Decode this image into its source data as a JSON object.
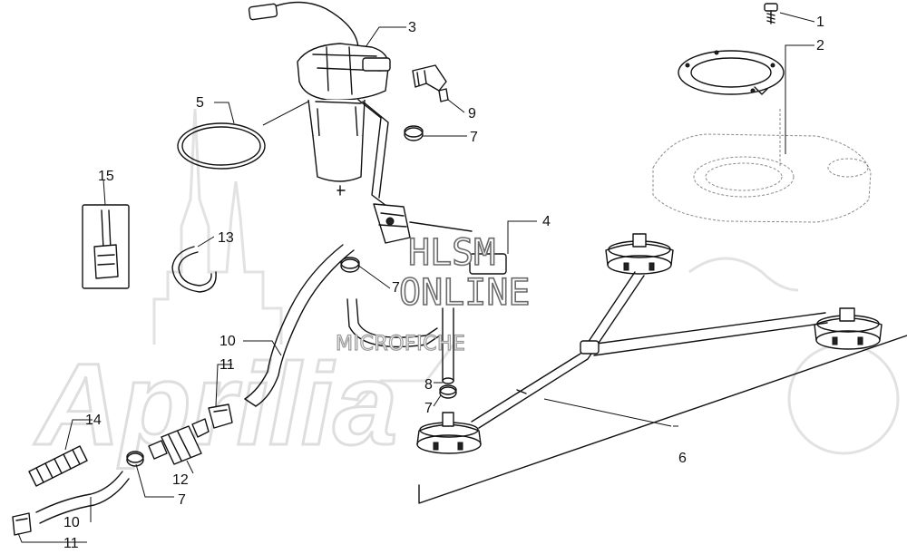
{
  "callouts": {
    "c1": "1",
    "c2": "2",
    "c3": "3",
    "c4": "4",
    "c5": "5",
    "c6": "6",
    "c7a": "7",
    "c7b": "7",
    "c7c": "7",
    "c7d": "7",
    "c8": "8",
    "c9": "9",
    "c10a": "10",
    "c10b": "10",
    "c11a": "11",
    "c11b": "11",
    "c12": "12",
    "c13": "13",
    "c14": "14",
    "c15": "15"
  },
  "watermark": {
    "line1": "HLSM",
    "line2": "ONLINE",
    "line3": "MICROFICHE",
    "brand": "Aprilia"
  }
}
